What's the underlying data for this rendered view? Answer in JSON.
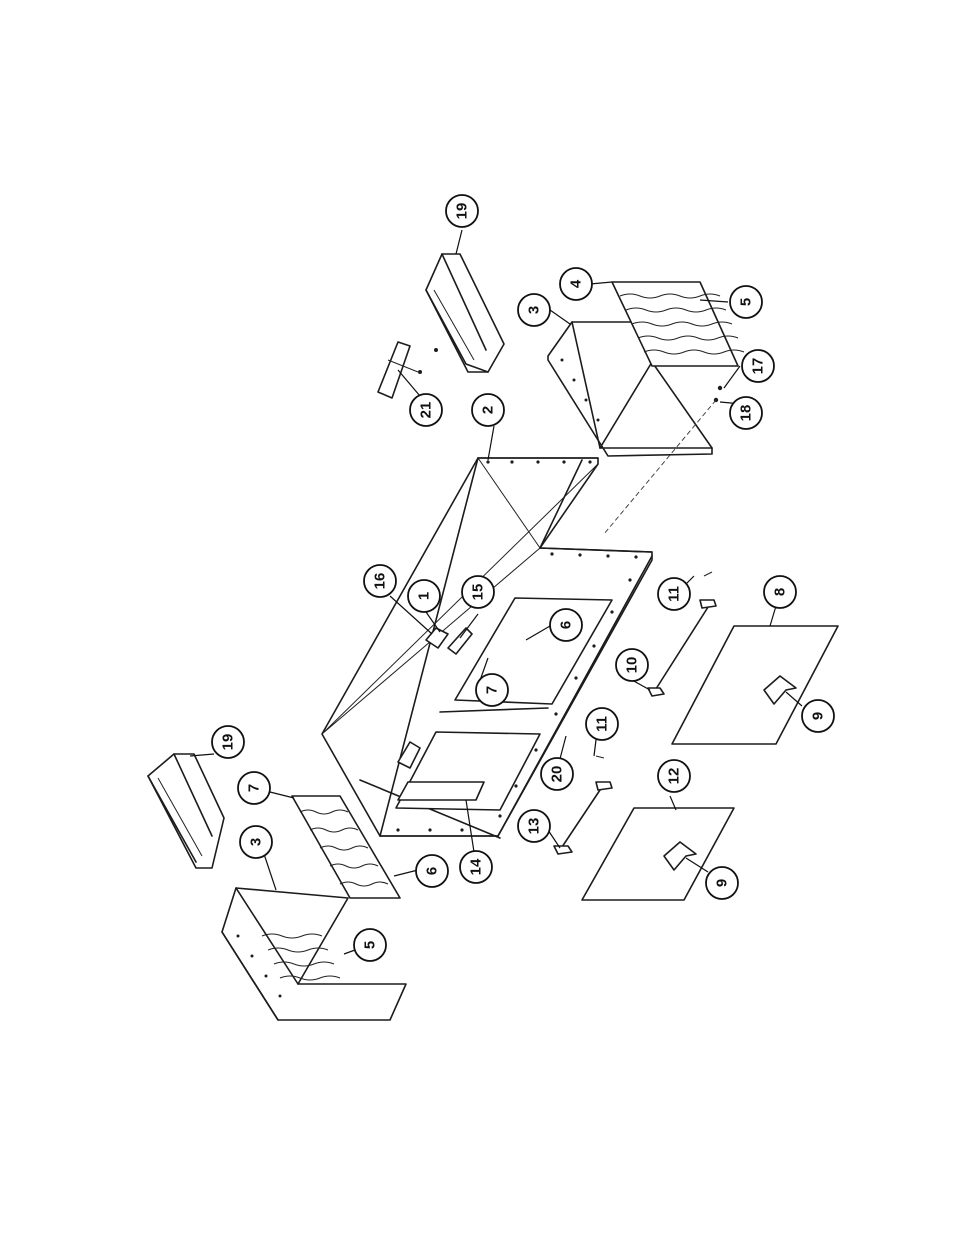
{
  "diagram": {
    "callouts": [
      {
        "id": "c19a",
        "label": "19"
      },
      {
        "id": "c21",
        "label": "21"
      },
      {
        "id": "c2",
        "label": "2"
      },
      {
        "id": "c3a",
        "label": "3"
      },
      {
        "id": "c4",
        "label": "4"
      },
      {
        "id": "c5a",
        "label": "5"
      },
      {
        "id": "c17",
        "label": "17"
      },
      {
        "id": "c18",
        "label": "18"
      },
      {
        "id": "c16",
        "label": "16"
      },
      {
        "id": "c1",
        "label": "1"
      },
      {
        "id": "c15",
        "label": "15"
      },
      {
        "id": "c6a",
        "label": "6"
      },
      {
        "id": "c7a",
        "label": "7"
      },
      {
        "id": "c11a",
        "label": "11"
      },
      {
        "id": "c8",
        "label": "8"
      },
      {
        "id": "c10",
        "label": "10"
      },
      {
        "id": "c9a",
        "label": "9"
      },
      {
        "id": "c11b",
        "label": "11"
      },
      {
        "id": "c20",
        "label": "20"
      },
      {
        "id": "c12",
        "label": "12"
      },
      {
        "id": "c13",
        "label": "13"
      },
      {
        "id": "c9b",
        "label": "9"
      },
      {
        "id": "c14",
        "label": "14"
      },
      {
        "id": "c19b",
        "label": "19"
      },
      {
        "id": "c7b",
        "label": "7"
      },
      {
        "id": "c3b",
        "label": "3"
      },
      {
        "id": "c6b",
        "label": "6"
      },
      {
        "id": "c5b",
        "label": "5"
      }
    ]
  }
}
